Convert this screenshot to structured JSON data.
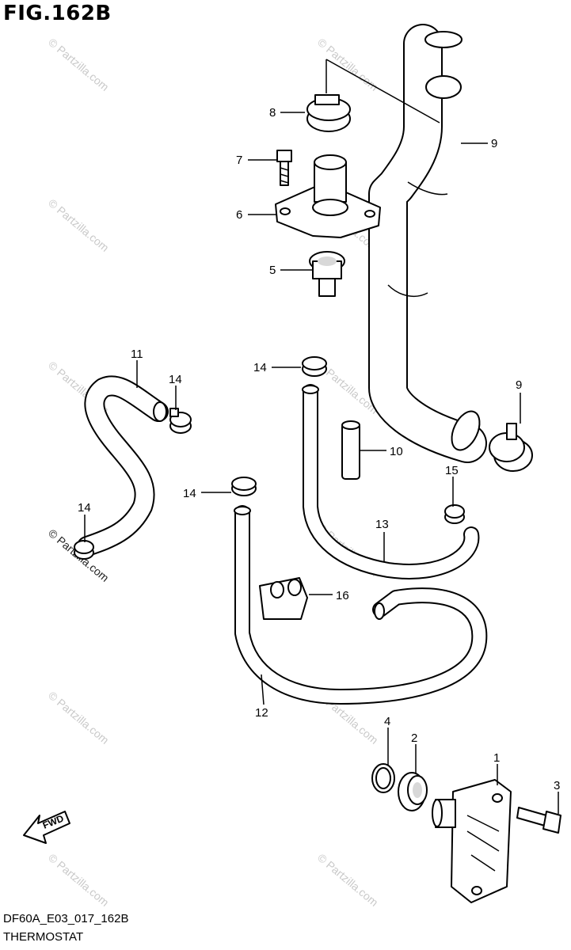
{
  "figure": {
    "title": "FIG.162B",
    "code": "DF60A_E03_017_162B",
    "name": "THERMOSTAT"
  },
  "callouts": [
    "1",
    "2",
    "3",
    "4",
    "5",
    "6",
    "7",
    "8",
    "9",
    "9",
    "10",
    "11",
    "12",
    "13",
    "14",
    "14",
    "14",
    "14",
    "15",
    "16"
  ],
  "watermarks": {
    "text": "© Partzilla.com",
    "dark_text": "© Partzilla.com"
  },
  "fwd_arrow": {
    "label": "FWD"
  },
  "colors": {
    "line": "#000000",
    "background": "#ffffff",
    "watermark": "#c9c9c9"
  }
}
